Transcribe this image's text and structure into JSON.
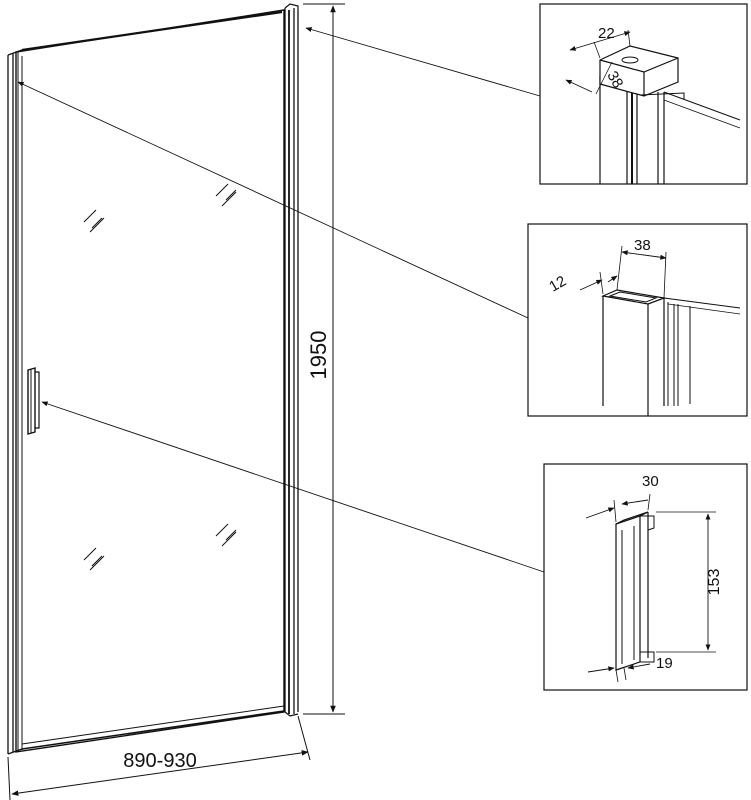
{
  "dimensions": {
    "height": "1950",
    "width": "890-930",
    "top_hinge_width": "22",
    "top_hinge_depth": "38",
    "profile_width": "38",
    "profile_depth": "12",
    "handle_width": "30",
    "handle_length": "153",
    "handle_base": "19"
  },
  "icons": {
    "glass_reflection": "double-slash-mark"
  },
  "colors": {
    "line": "#111111",
    "background": "#ffffff"
  }
}
